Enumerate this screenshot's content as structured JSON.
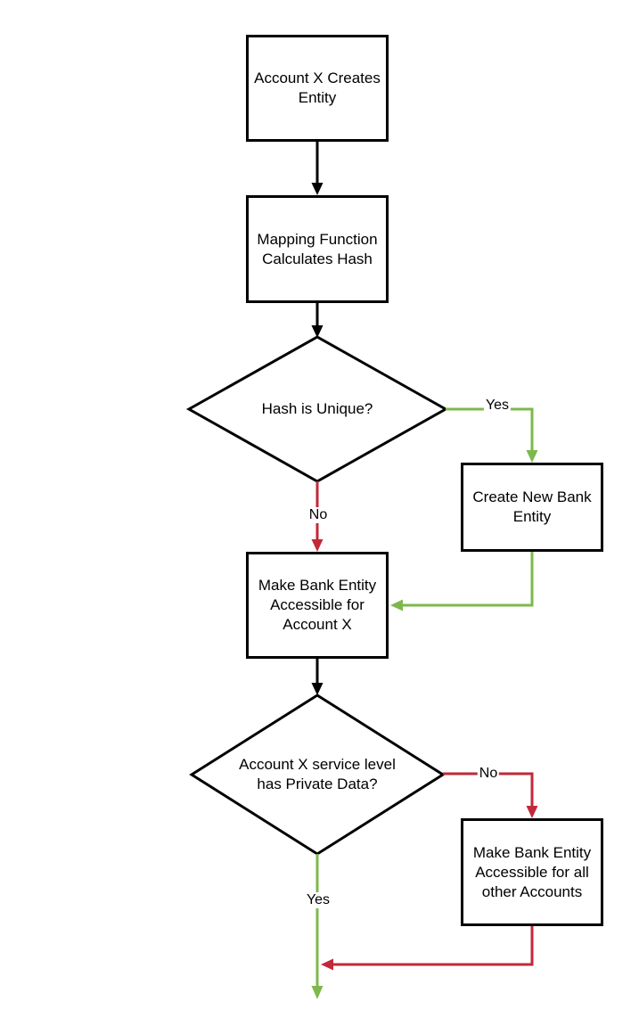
{
  "colors": {
    "flow_default": "#000000",
    "flow_yes": "#7db84c",
    "flow_no": "#c2293a",
    "node_border": "#000000",
    "node_fill": "#ffffff",
    "text": "#000000"
  },
  "nodes": {
    "account_creates_entity": {
      "label": "Account X Creates Entity",
      "shape": "process"
    },
    "mapping_function": {
      "label": "Mapping Function Calculates Hash",
      "shape": "process"
    },
    "hash_unique": {
      "label": "Hash is Unique?",
      "shape": "decision"
    },
    "create_new_bank_entity": {
      "label": "Create New Bank Entity",
      "shape": "process"
    },
    "make_accessible_account_x": {
      "label": "Make Bank Entity Accessible for Account X",
      "shape": "process"
    },
    "private_data": {
      "label": "Account X service level has Private Data?",
      "shape": "decision"
    },
    "make_accessible_all": {
      "label": "Make Bank Entity Accessible for all other Accounts",
      "shape": "process"
    }
  },
  "edges": {
    "hash_yes_label": "Yes",
    "hash_no_label": "No",
    "private_no_label": "No",
    "private_yes_label": "Yes"
  }
}
